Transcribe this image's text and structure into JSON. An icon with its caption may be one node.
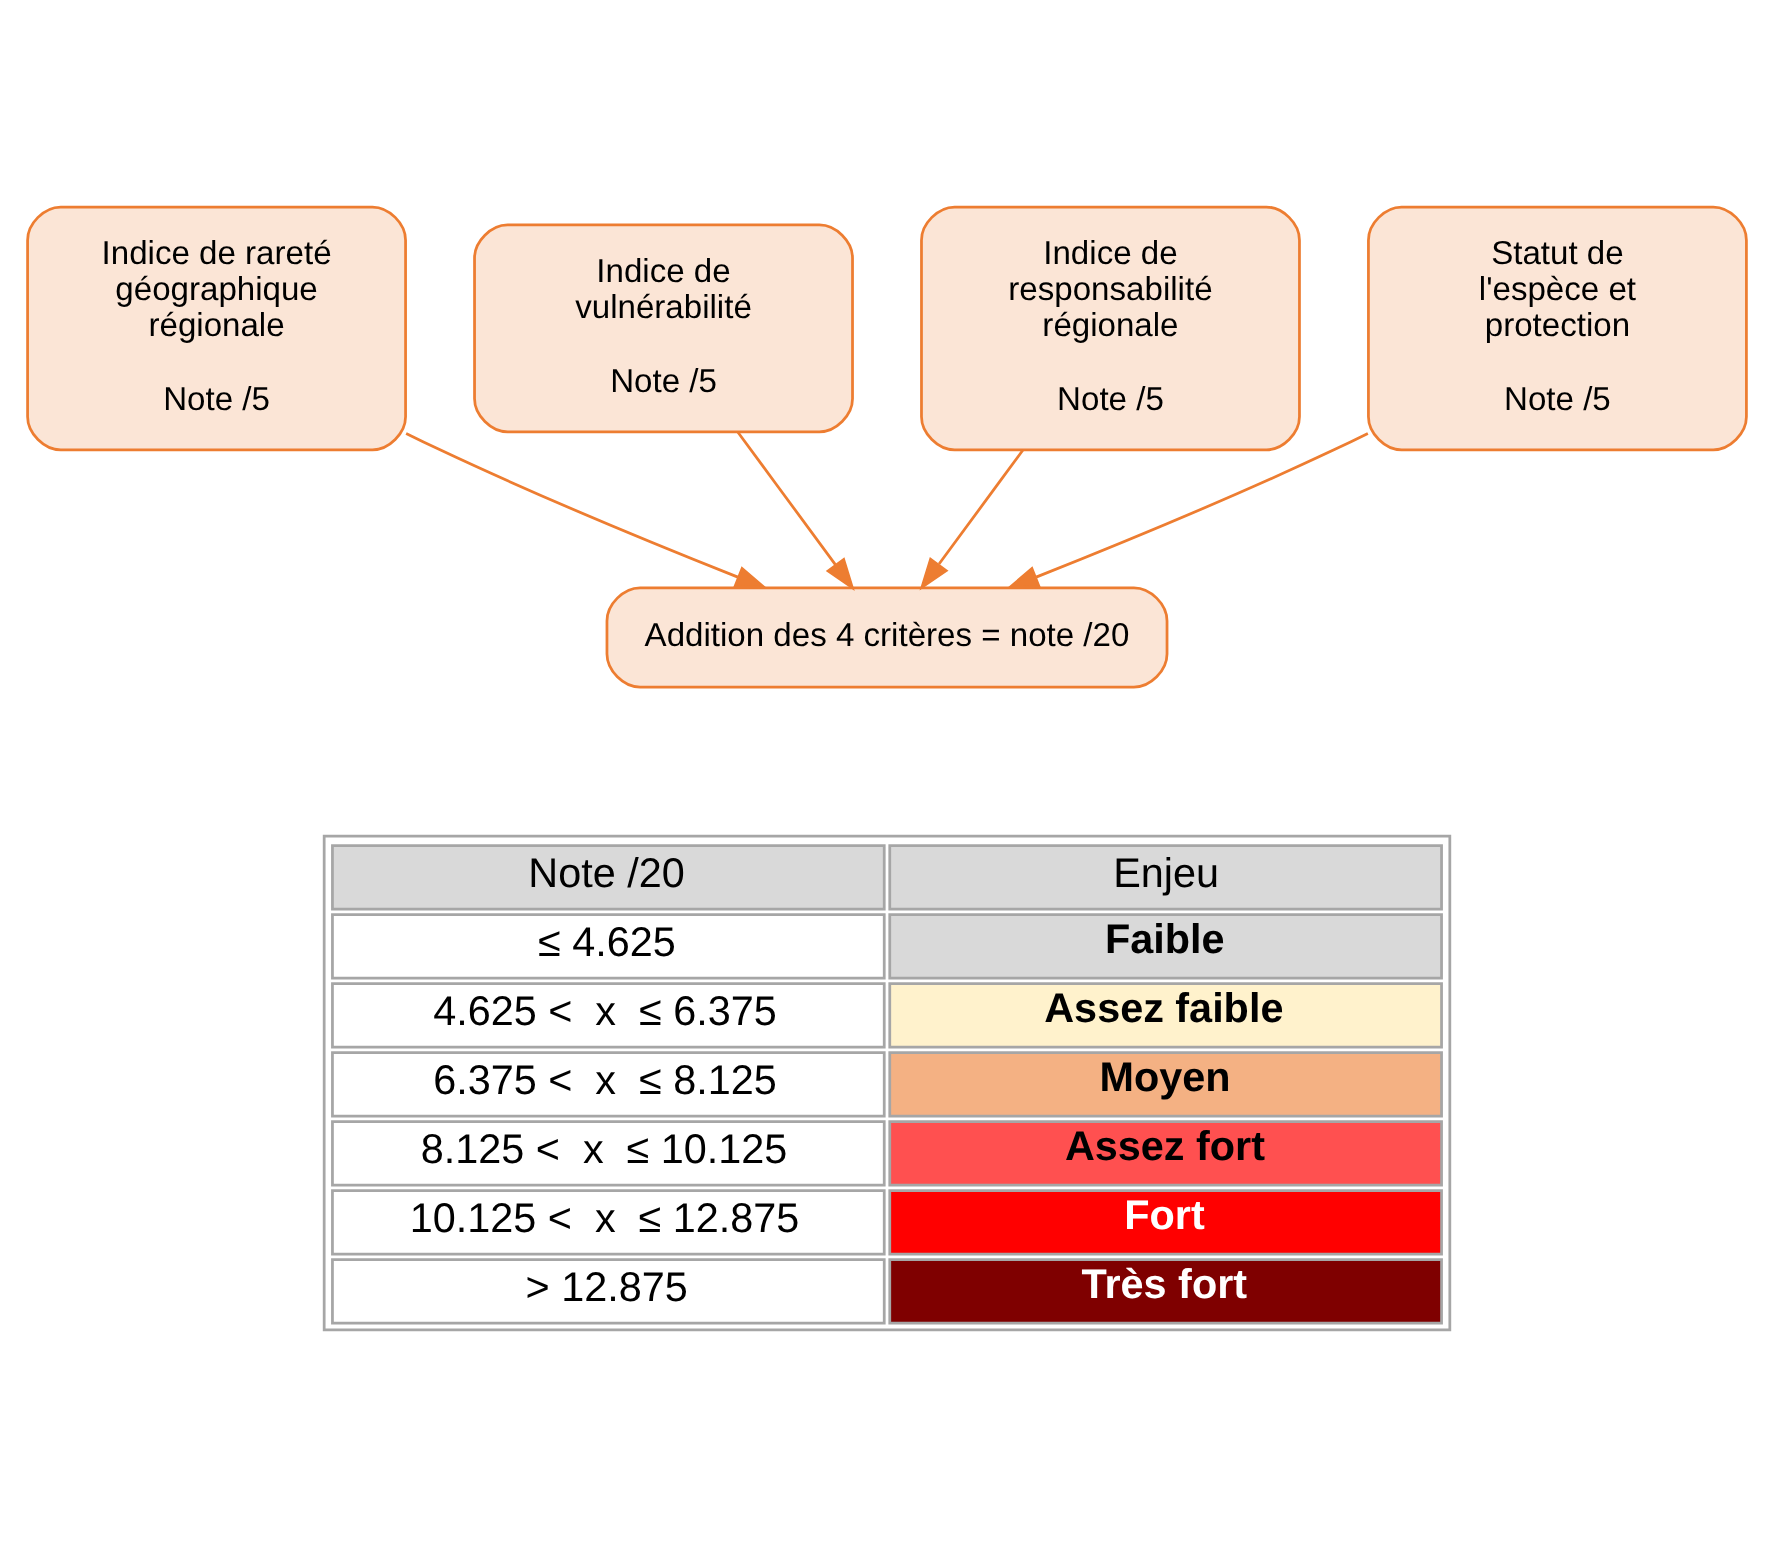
{
  "diagram": {
    "nodes": [
      {
        "text": [
          "Indice de rareté géographique régionale",
          "Note /5"
        ]
      },
      {
        "text": [
          "Indice de vulnérabilité",
          "Note /5"
        ]
      },
      {
        "text": [
          "Indice de responsabilité régionale",
          "Note /5"
        ]
      },
      {
        "text": [
          "Statut de l'espèce et protection",
          "Note /5"
        ]
      },
      {
        "text": [
          "Addition des 4 critères = note /20"
        ]
      }
    ],
    "edges": [
      {
        "from": 0,
        "to": 4,
        "arrow": "to"
      },
      {
        "from": 1,
        "to": 4,
        "arrow": "to"
      },
      {
        "from": 2,
        "to": 4,
        "arrow": "to"
      },
      {
        "from": 3,
        "to": 4,
        "arrow": "to"
      }
    ],
    "labels": [
      "Note /20",
      "Enjeu",
      "≤ 4.625",
      "Faible",
      "4.625 <  x  ≤ 6.375",
      "Assez faible",
      "6.375 <  x  ≤ 8.125",
      "Moyen",
      "8.125 <  x  ≤ 10.125",
      "Assez fort",
      "10.125 <  x  ≤ 12.875",
      "Fort",
      "> 12.875",
      "Très fort"
    ]
  }
}
